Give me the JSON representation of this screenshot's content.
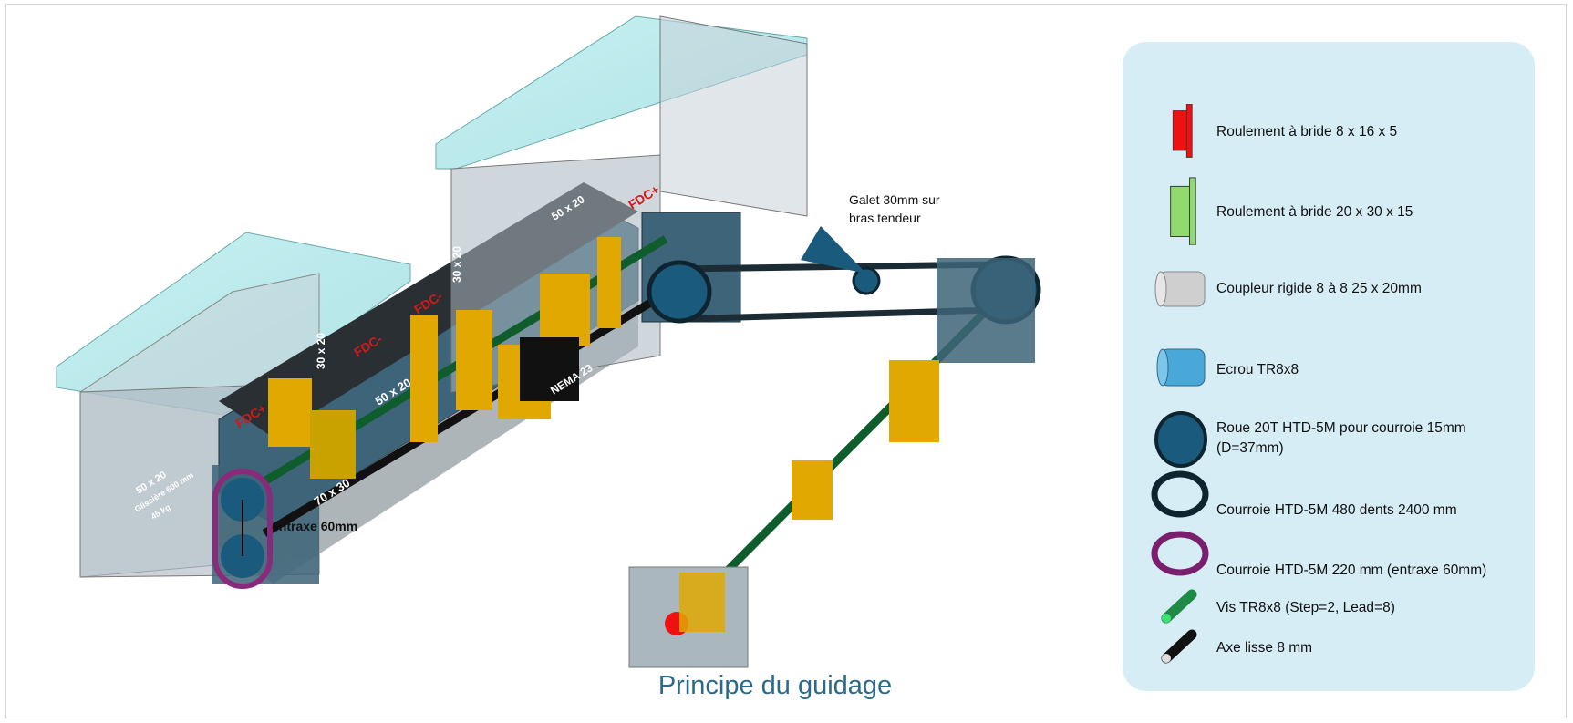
{
  "diagram": {
    "title": "Principe du guidage",
    "annotations": {
      "galet": "Galet 30mm sur\nbras tendeur",
      "entraxe": "entraxe 60mm",
      "nema": "NEMA 23",
      "profile_50x20_a": "50 x 20",
      "profile_50x20_b": "50 x 20",
      "profile_50x20_c": "50 x 20",
      "profile_30x20_a": "30 x 20",
      "profile_30x20_b": "30 x 20",
      "profile_70x30": "70 x 30",
      "fdc_plus_a": "FDC+",
      "fdc_plus_b": "FDC+",
      "fdc_minus_a": "FDC-",
      "fdc_minus_b": "FDC-",
      "glissiere": "Glissière 600 mm",
      "glissiere_load": "45 kg"
    },
    "colors": {
      "accent_title": "#2b6a8a",
      "legend_bg": "#d7edf5",
      "fdc_red": "#d11a1a",
      "bracket_gold": "#e0a800",
      "frame_blue": "#3d6478"
    }
  },
  "legend": {
    "items": [
      {
        "icon": "flange-bearing-red-icon",
        "label": "Roulement à bride 8 x 16 x 5"
      },
      {
        "icon": "flange-bearing-green-icon",
        "label": "Roulement à bride 20 x 30 x 15"
      },
      {
        "icon": "rigid-coupler-icon",
        "label": "Coupleur rigide 8 à 8 25 x 20mm"
      },
      {
        "icon": "tr8-nut-icon",
        "label": "Ecrou TR8x8"
      },
      {
        "icon": "pulley-icon",
        "label": "Roue 20T HTD-5M pour courroie 15mm\n(D=37mm)"
      },
      {
        "icon": "belt-long-icon",
        "label": "Courroie HTD-5M 480 dents 2400 mm"
      },
      {
        "icon": "belt-short-icon",
        "label": "Courroie HTD-5M 220 mm (entraxe 60mm)"
      },
      {
        "icon": "lead-screw-icon",
        "label": "Vis TR8x8 (Step=2, Lead=8)"
      },
      {
        "icon": "smooth-rod-icon",
        "label": "Axe lisse 8 mm"
      }
    ]
  }
}
